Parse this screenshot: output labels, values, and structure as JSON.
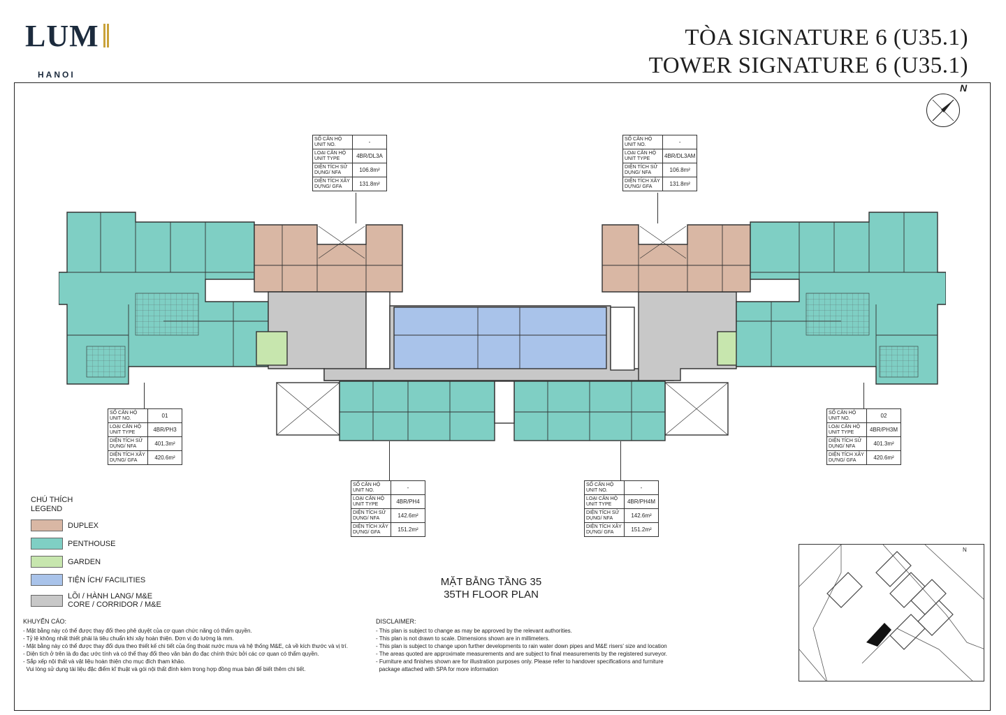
{
  "brand": {
    "name": "LUM",
    "city": "HANOI",
    "accent": "#c9a23a"
  },
  "title": {
    "vi": "TÒA SIGNATURE 6 (U35.1)",
    "en": "TOWER SIGNATURE 6 (U35.1)"
  },
  "compass": {
    "label": "N"
  },
  "units": [
    {
      "id": "dl3a",
      "no_label": "SỐ CĂN HỘ\nUNIT NO.",
      "no": "-",
      "type_label": "LOẠI CĂN HỘ\nUNIT TYPE",
      "type": "4BR/DL3A",
      "nfa_label": "DIỆN TÍCH SỬ\nDỤNG/ NFA",
      "nfa": "106.8m²",
      "gfa_label": "DIỆN TÍCH XÂY\nDỰNG/ GFA",
      "gfa": "131.8m²"
    },
    {
      "id": "dl3am",
      "no_label": "SỐ CĂN HỘ\nUNIT NO.",
      "no": "-",
      "type_label": "LOẠI CĂN HỘ\nUNIT TYPE",
      "type": "4BR/DL3AM",
      "nfa_label": "DIỆN TÍCH SỬ\nDỤNG/ NFA",
      "nfa": "106.8m²",
      "gfa_label": "DIỆN TÍCH XÂY\nDỰNG/ GFA",
      "gfa": "131.8m²"
    },
    {
      "id": "ph3",
      "no_label": "SỐ CĂN HỘ\nUNIT NO.",
      "no": "01",
      "type_label": "LOẠI CĂN HỘ\nUNIT TYPE",
      "type": "4BR/PH3",
      "nfa_label": "DIỆN TÍCH SỬ\nDỤNG/ NFA",
      "nfa": "401.3m²",
      "gfa_label": "DIỆN TÍCH XÂY\nDỰNG/ GFA",
      "gfa": "420.6m²"
    },
    {
      "id": "ph3m",
      "no_label": "SỐ CĂN HỘ\nUNIT NO.",
      "no": "02",
      "type_label": "LOẠI CĂN HỘ\nUNIT TYPE",
      "type": "4BR/PH3M",
      "nfa_label": "DIỆN TÍCH SỬ\nDỤNG/ NFA",
      "nfa": "401.3m²",
      "gfa_label": "DIỆN TÍCH XÂY\nDỰNG/ GFA",
      "gfa": "420.6m²"
    },
    {
      "id": "ph4",
      "no_label": "SỐ CĂN HỘ\nUNIT NO.",
      "no": "-",
      "type_label": "LOẠI CĂN HỘ\nUNIT TYPE",
      "type": "4BR/PH4",
      "nfa_label": "DIỆN TÍCH SỬ\nDỤNG/ NFA",
      "nfa": "142.6m²",
      "gfa_label": "DIỆN TÍCH XÂY\nDỰNG/ GFA",
      "gfa": "151.2m²"
    },
    {
      "id": "ph4m",
      "no_label": "SỐ CĂN HỘ\nUNIT NO.",
      "no": "-",
      "type_label": "LOẠI CĂN HỘ\nUNIT TYPE",
      "type": "4BR/PH4M",
      "nfa_label": "DIỆN TÍCH SỬ\nDỤNG/ NFA",
      "nfa": "142.6m²",
      "gfa_label": "DIỆN TÍCH XÂY\nDỰNG/ GFA",
      "gfa": "151.2m²"
    }
  ],
  "legend": {
    "title_vi": "CHÚ THÍCH",
    "title_en": "LEGEND",
    "items": [
      {
        "label": "DUPLEX",
        "color": "#d9b7a4"
      },
      {
        "label": "PENTHOUSE",
        "color": "#7fcfc4"
      },
      {
        "label": "GARDEN",
        "color": "#c7e6ae"
      },
      {
        "label": "TIỆN ÍCH/ FACILITIES",
        "color": "#a9c3ea"
      },
      {
        "label": "LÕI / HÀNH LANG/ M&E\nCORE / CORRIDOR / M&E",
        "color": "#c8c8c8"
      }
    ]
  },
  "floor_title": {
    "vi": "MẶT BẰNG TẦNG 35",
    "en": "35TH FLOOR PLAN"
  },
  "notes_vi": {
    "heading": "KHUYẾN CÁO:",
    "lines": [
      "- Mặt bằng này có thể được thay đổi theo phê duyệt của cơ quan chức năng có thẩm quyền.",
      "- Tỷ lệ không nhất thiết phải là tiêu chuẩn khi xây hoàn thiện. Đơn vị đo lường là mm.",
      "- Mặt bằng này có thể được thay đổi dựa theo thiết kế chi tiết của ống thoát nước mưa và hệ thống M&E, cả về kích thước và vị trí.",
      "- Diện tích ở trên là đo đạc ước tính và có thể thay đổi theo văn bản đo đạc chính thức bởi các cơ quan có thẩm quyền.",
      "- Sắp xếp nội thất và vật liệu hoàn thiện cho mục đích tham khảo.",
      "  Vui lòng sử dụng tài liệu đặc điểm kĩ thuật và gói nội thất đính kèm trong hợp đồng mua bán để biết thêm chi tiết."
    ]
  },
  "notes_en": {
    "heading": "DISCLAIMER:",
    "lines": [
      "- This plan is subject to change as may be approved by the relevant authorities.",
      "- This plan is not drawn to scale. Dimensions shown are in millimeters.",
      "- This plan is subject to change upon further developments to rain water down pipes and M&E risers' size and location",
      "- The areas quoted are approximate measurements and are subject to final measurements by the registered surveyor.",
      "- Furniture and finishes shown are for illustration purposes only. Please refer to handover specifications and furniture",
      "  package attached with SPA for more information"
    ]
  },
  "site_plan": {
    "north_label": "N"
  }
}
